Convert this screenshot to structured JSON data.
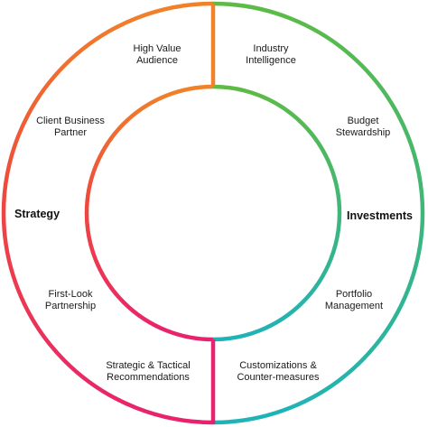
{
  "diagram": {
    "side_labels": {
      "left": "Strategy",
      "right": "Investments"
    },
    "items": {
      "high_value_audience": "High Value\nAudience",
      "industry_intelligence": "Industry\nIntelligence",
      "client_business_partner": "Client Business\nPartner",
      "budget_stewardship": "Budget\nStewardship",
      "first_look_partnership": "First-Look\nPartnership",
      "portfolio_management": "Portfolio\nManagement",
      "strategic_tactical": "Strategic & Tactical\nRecommendations",
      "customizations": "Customizations &\nCounter-measures"
    },
    "colors": {
      "orange": "#F0822A",
      "pink": "#E8226E",
      "green": "#5DBB46",
      "teal": "#1FB3B8",
      "red": "#E83A3A"
    }
  }
}
